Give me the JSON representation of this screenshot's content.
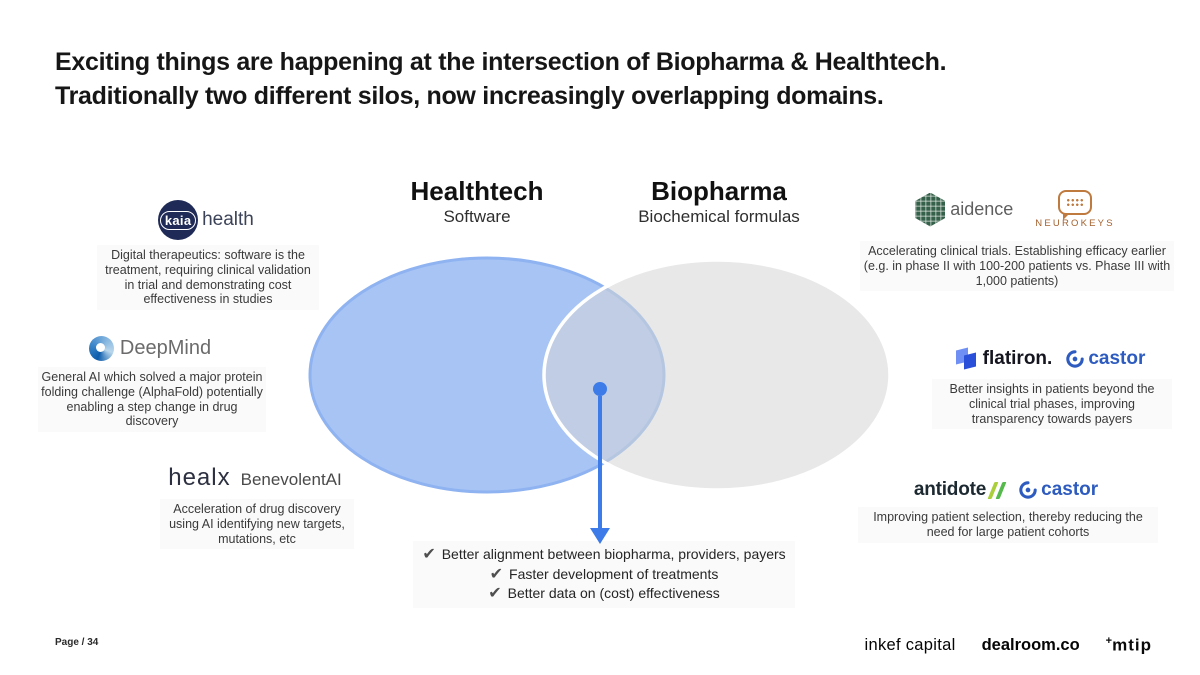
{
  "title": {
    "line1": "Exciting things are happening at the intersection of Biopharma & Healthtech.",
    "line2": "Traditionally two different silos, now increasingly overlapping domains."
  },
  "venn": {
    "left_title": "Healthtech",
    "left_subtitle": "Software",
    "right_title": "Biopharma",
    "right_subtitle": "Biochemical formulas",
    "left_fill": "#A7C4F5",
    "left_stroke": "#8FB3F0",
    "right_fill": "#D6D6D6",
    "right_stroke": "#FFFFFF",
    "arrow_color": "#3D7BE8"
  },
  "logos": {
    "kaia": "kaia",
    "kaia_suffix": "health",
    "deepmind": "DeepMind",
    "healx": "heal",
    "healx_x": "x",
    "benevolent": "BenevolentAI",
    "aidence": "aidence",
    "neurokeys": "NEUROKEYS",
    "flatiron": "flatiron.",
    "castor": "castor",
    "antidote": "antidote"
  },
  "annotations": {
    "kaia_text": "Digital therapeutics: software is the treatment, requiring clinical validation in trial and demonstrating cost effectiveness in studies",
    "deepmind_text": "General AI which solved a major protein folding challenge (AlphaFold) potentially enabling a step change in drug discovery",
    "healx_text": "Acceleration of drug discovery using AI identifying new targets, mutations, etc",
    "aidence_text": "Accelerating clinical trials. Establishing efficacy earlier (e.g.  in phase II with 100-200 patients vs. Phase III with 1,000 patients)",
    "flatiron_text": "Better insights in patients beyond the clinical trial phases, improving transparency towards payers",
    "antidote_text": "Improving patient selection, thereby reducing the need for large patient cohorts"
  },
  "outcomes": {
    "check": "✔",
    "item1": "Better alignment between biopharma, providers, payers",
    "item2": "Faster development of treatments",
    "item3": "Better data on (cost) effectiveness"
  },
  "footer": {
    "page_label": "Page / 34",
    "inkef": "inkef capital",
    "dealroom": "dealroom.co",
    "mtip_plus": "+",
    "mtip": "mtip"
  }
}
